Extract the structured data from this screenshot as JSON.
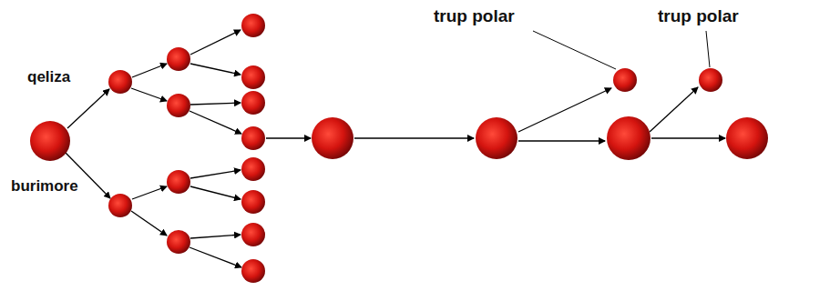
{
  "diagram": {
    "labels": [
      "qeliza",
      "burimore",
      "trup polar",
      "trup polar"
    ]
  }
}
